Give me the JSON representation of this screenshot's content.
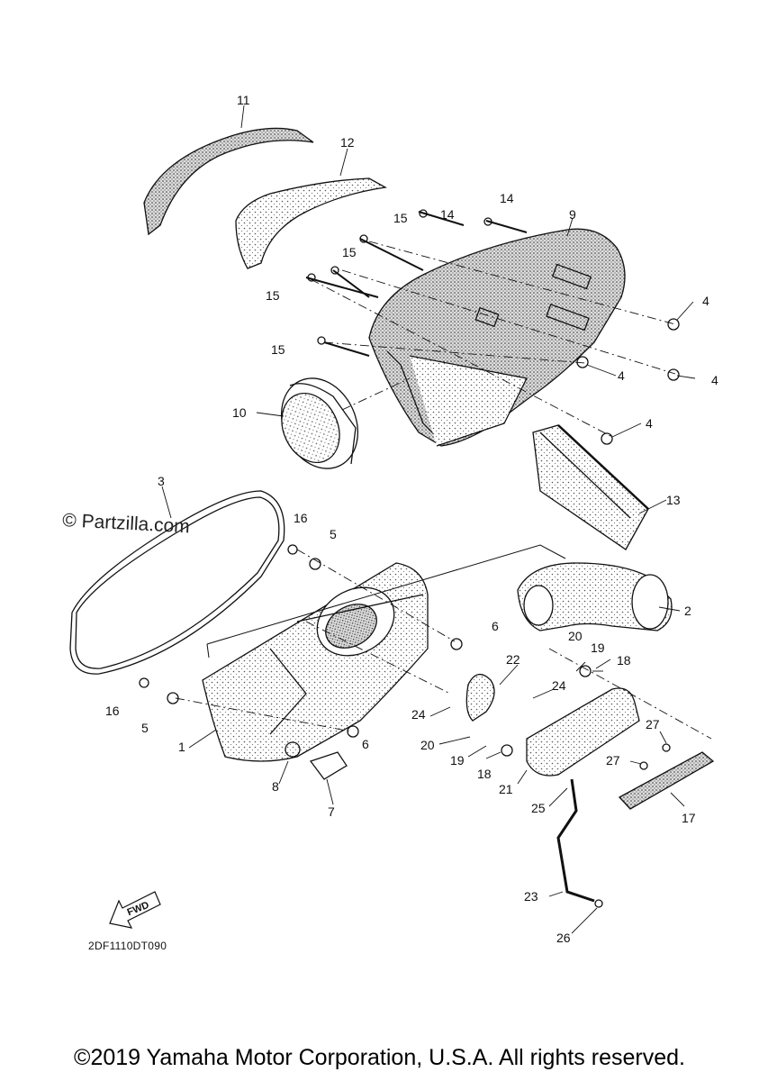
{
  "watermark": "© Partzilla.com",
  "drawing_code": "2DF1110DT090",
  "fwd_label": "FWD",
  "copyright": "©2019 Yamaha Motor Corporation, U.S.A. All rights reserved.",
  "callouts": {
    "c1": "1",
    "c2": "2",
    "c3": "3",
    "c4a": "4",
    "c4b": "4",
    "c4c": "4",
    "c4d": "4",
    "c5a": "5",
    "c5b": "5",
    "c6a": "6",
    "c6b": "6",
    "c7": "7",
    "c8": "8",
    "c9": "9",
    "c10": "10",
    "c11": "11",
    "c12": "12",
    "c13": "13",
    "c14a": "14",
    "c14b": "14",
    "c15a": "15",
    "c15b": "15",
    "c15c": "15",
    "c15d": "15",
    "c16a": "16",
    "c16b": "16",
    "c17": "17",
    "c18a": "18",
    "c18b": "18",
    "c19a": "19",
    "c19b": "19",
    "c20a": "20",
    "c20b": "20",
    "c21": "21",
    "c22": "22",
    "c23": "23",
    "c24a": "24",
    "c24b": "24",
    "c25": "25",
    "c26": "26",
    "c27a": "27",
    "c27b": "27"
  }
}
